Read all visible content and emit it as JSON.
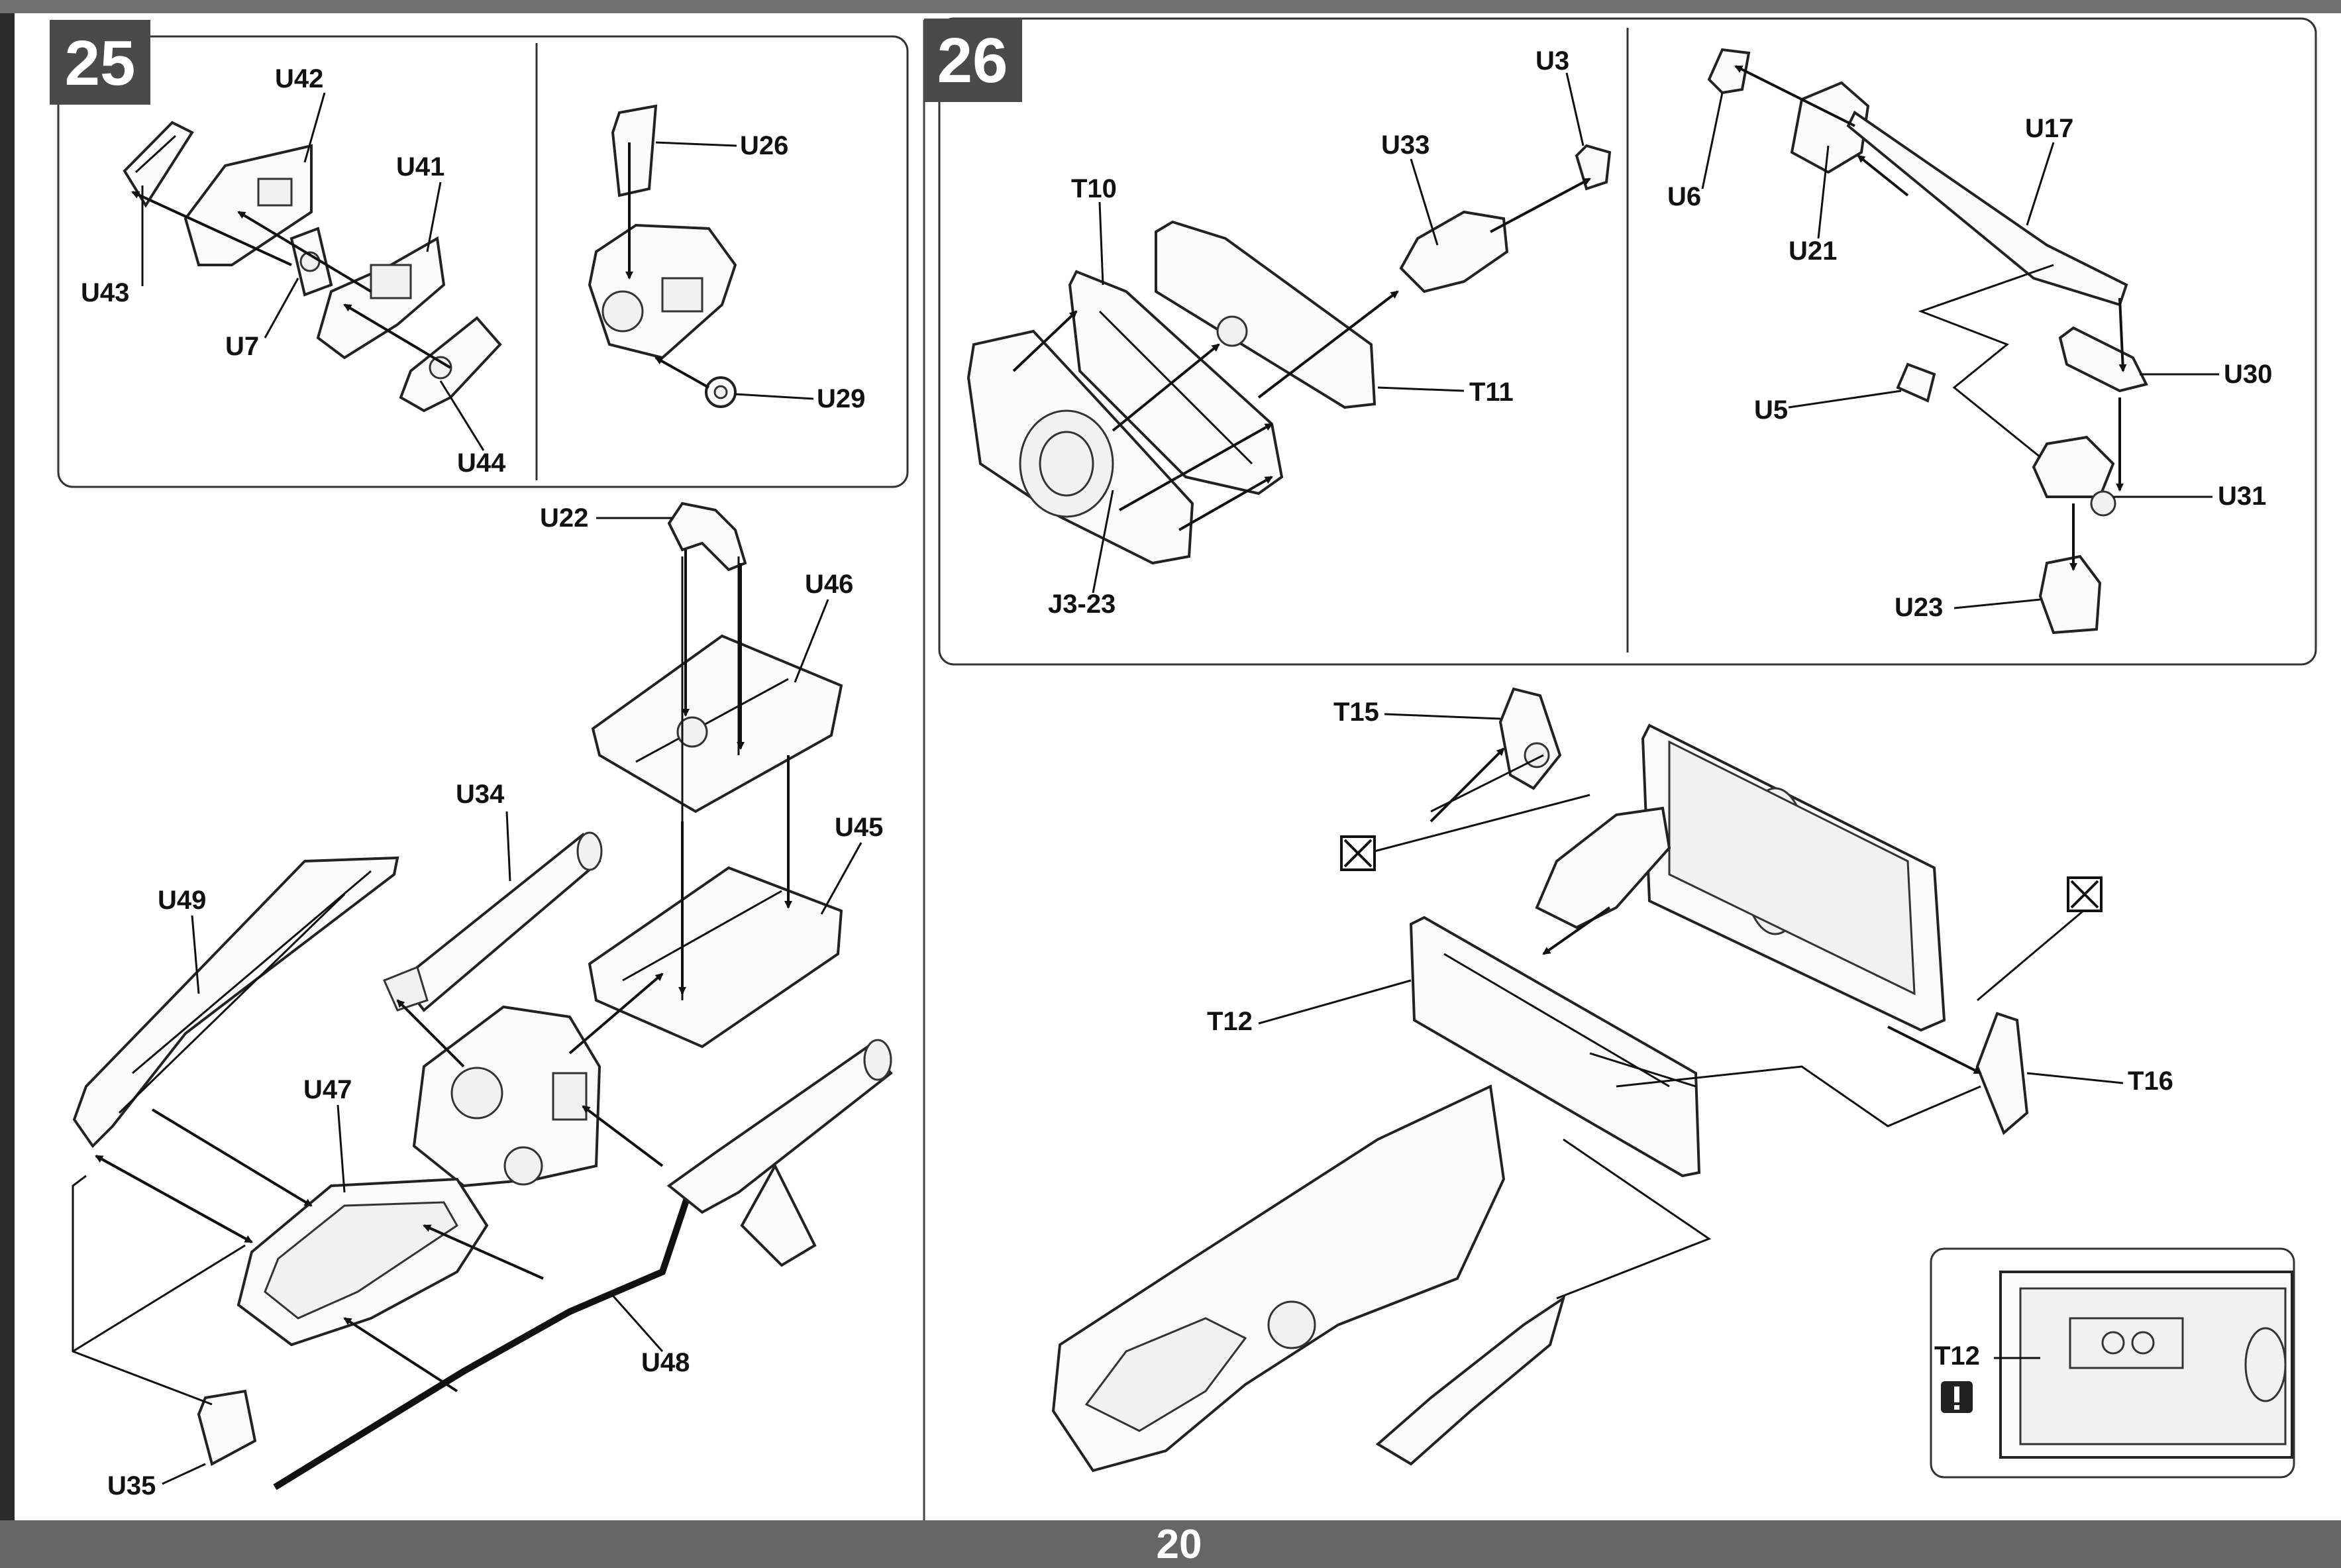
{
  "page": {
    "number": "20",
    "colors": {
      "header_band": "#707070",
      "footer_band": "#666666",
      "step_box": "#4a4a4a"
    }
  },
  "step25": {
    "number": "25",
    "labels": {
      "U42": "U42",
      "U41": "U41",
      "U43": "U43",
      "U7": "U7",
      "U44": "U44",
      "U26": "U26",
      "U29": "U29",
      "U22": "U22",
      "U46": "U46",
      "U34": "U34",
      "U45": "U45",
      "U49": "U49",
      "U47": "U47",
      "U48": "U48",
      "U35": "U35"
    }
  },
  "step26": {
    "number": "26",
    "labels": {
      "U3": "U3",
      "U33": "U33",
      "T10": "T10",
      "T11": "T11",
      "J3_23": "J3-23",
      "U6": "U6",
      "U17": "U17",
      "U21": "U21",
      "U30": "U30",
      "U5": "U5",
      "U31": "U31",
      "U23": "U23",
      "T15": "T15",
      "T12": "T12",
      "T16": "T16",
      "T12_detail": "T12"
    },
    "icons": {
      "glue": "no-glue-icon",
      "attention": "exclamation-icon"
    }
  }
}
